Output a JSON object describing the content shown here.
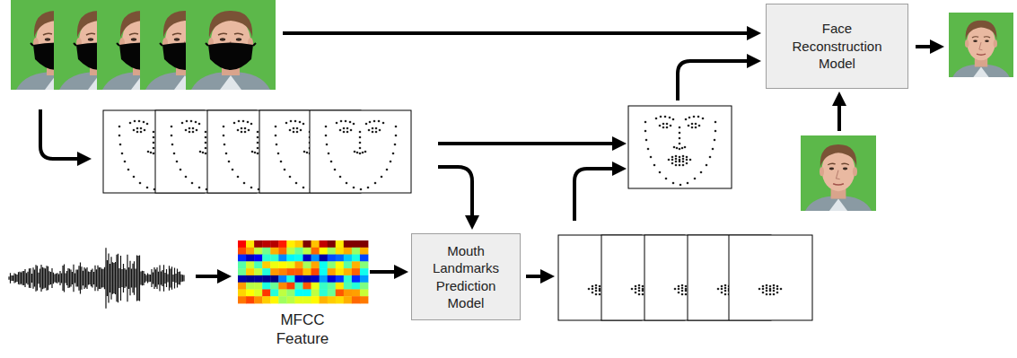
{
  "diagram": {
    "nodes": [
      {
        "text": [
          "Face Reconstruction Model"
        ]
      },
      {
        "text": [
          "MFCC Feature"
        ]
      },
      {
        "text": [
          "Mouth Landmarks Prediction Model"
        ]
      }
    ],
    "edges": [
      {
        "from": 1,
        "to": 2,
        "arrow": "to"
      }
    ]
  }
}
